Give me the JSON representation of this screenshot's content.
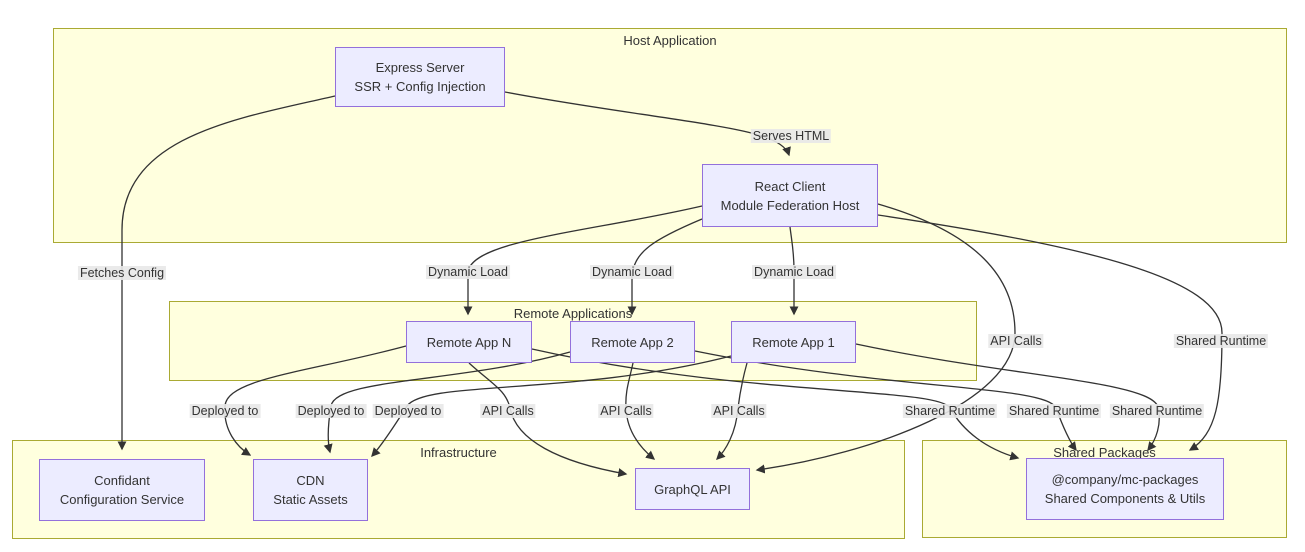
{
  "diagram": {
    "clusters": [
      {
        "id": "host",
        "title": "Host Application"
      },
      {
        "id": "remote",
        "title": "Remote Applications"
      },
      {
        "id": "infrastructure",
        "title": "Infrastructure"
      },
      {
        "id": "shared",
        "title": "Shared Packages"
      }
    ],
    "nodes": [
      {
        "id": "express",
        "lines": [
          "Express Server",
          "SSR + Config Injection"
        ]
      },
      {
        "id": "react",
        "lines": [
          "React Client",
          "Module Federation Host"
        ]
      },
      {
        "id": "remote-app-n",
        "lines": [
          "Remote App N"
        ]
      },
      {
        "id": "remote-app-2",
        "lines": [
          "Remote App 2"
        ]
      },
      {
        "id": "remote-app-1",
        "lines": [
          "Remote App 1"
        ]
      },
      {
        "id": "confidant",
        "lines": [
          "Confidant",
          "Configuration Service"
        ]
      },
      {
        "id": "cdn",
        "lines": [
          "CDN",
          "Static Assets"
        ]
      },
      {
        "id": "graphql",
        "lines": [
          "GraphQL API"
        ]
      },
      {
        "id": "packages",
        "lines": [
          "@company/mc-packages",
          "Shared Components & Utils"
        ]
      }
    ],
    "edge_labels": [
      {
        "id": "serves-html",
        "text": "Serves HTML"
      },
      {
        "id": "fetches-config",
        "text": "Fetches Config"
      },
      {
        "id": "dynamic-load-1",
        "text": "Dynamic Load"
      },
      {
        "id": "dynamic-load-2",
        "text": "Dynamic Load"
      },
      {
        "id": "dynamic-load-3",
        "text": "Dynamic Load"
      },
      {
        "id": "deployed-to-1",
        "text": "Deployed to"
      },
      {
        "id": "deployed-to-2",
        "text": "Deployed to"
      },
      {
        "id": "deployed-to-3",
        "text": "Deployed to"
      },
      {
        "id": "api-calls-1",
        "text": "API Calls"
      },
      {
        "id": "api-calls-2",
        "text": "API Calls"
      },
      {
        "id": "api-calls-3",
        "text": "API Calls"
      },
      {
        "id": "api-calls-react",
        "text": "API Calls"
      },
      {
        "id": "shared-runtime-1",
        "text": "Shared Runtime"
      },
      {
        "id": "shared-runtime-2",
        "text": "Shared Runtime"
      },
      {
        "id": "shared-runtime-3",
        "text": "Shared Runtime"
      },
      {
        "id": "shared-runtime-react",
        "text": "Shared Runtime"
      }
    ],
    "colors": {
      "node_fill": "#ECECFF",
      "node_border": "#9370DB",
      "cluster_fill": "#FFFFDE",
      "cluster_border": "#AAAA33",
      "edge": "#333333",
      "edge_label_bg": "#E8E8E8",
      "text": "#333333"
    }
  }
}
